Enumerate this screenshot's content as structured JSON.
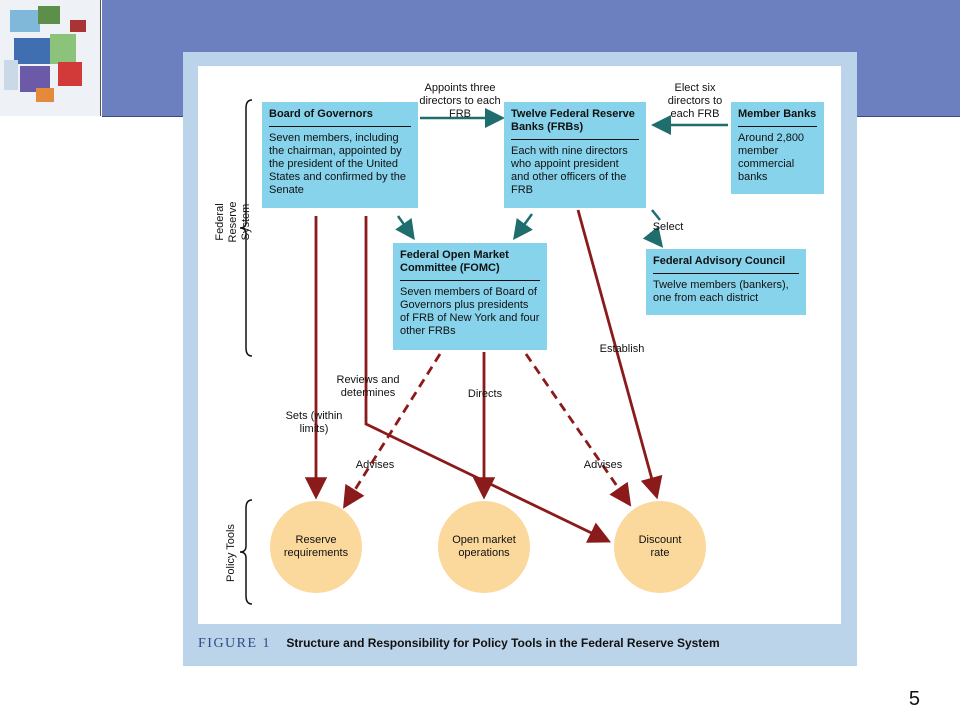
{
  "slide": {
    "page_number": "5"
  },
  "boxes": {
    "board": {
      "title": "Board of Governors",
      "body": "Seven members, including the chairman, appointed by the president of the United States and confirmed by the Senate"
    },
    "frb": {
      "title": "Twelve Federal Reserve Banks (FRBs)",
      "body": "Each with nine directors who appoint president and other officers of the FRB"
    },
    "member": {
      "title": "Member Banks",
      "body": "Around 2,800 member commercial banks"
    },
    "fomc": {
      "title": "Federal Open Market Committee (FOMC)",
      "body": "Seven members of Board of Governors plus presidents of FRB of New York and four other FRBs"
    },
    "advisory": {
      "title": "Federal Advisory Council",
      "body": "Twelve members (bankers), one from each district"
    }
  },
  "labels": {
    "appoints": "Appoints three directors to each FRB",
    "elect": "Elect six directors to each FRB",
    "select": "Select",
    "establish": "Establish",
    "reviews": "Reviews and determines",
    "directs": "Directs",
    "sets": "Sets (within limits)",
    "advises_left": "Advises",
    "advises_right": "Advises"
  },
  "brackets": {
    "federal_reserve_system": "Federal Reserve System",
    "policy_tools": "Policy Tools"
  },
  "tools": {
    "reserve": "Reserve requirements",
    "open_market": "Open market operations",
    "discount": "Discount rate"
  },
  "caption": {
    "figure": "FIGURE 1",
    "title": "Structure and Responsibility for Policy Tools in the Federal Reserve System"
  },
  "colors": {
    "box": "#87d3ec",
    "circle": "#fbd89b",
    "arrow_red": "#8b1a1a",
    "arrow_teal": "#1f6d6d",
    "banner": "#6c80bf",
    "frame": "#bcd4ea"
  }
}
